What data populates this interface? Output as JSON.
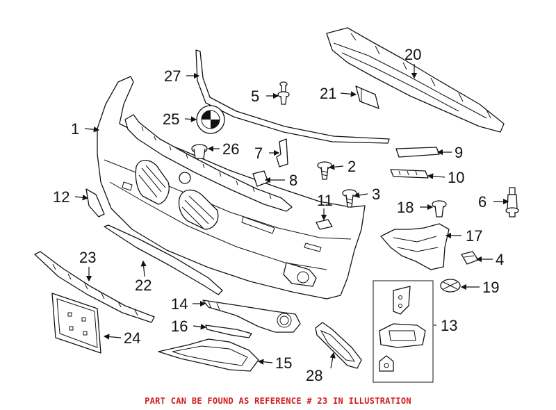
{
  "diagram": {
    "callouts": [
      {
        "id": "1",
        "label": "1"
      },
      {
        "id": "2",
        "label": "2"
      },
      {
        "id": "3",
        "label": "3"
      },
      {
        "id": "4",
        "label": "4"
      },
      {
        "id": "5",
        "label": "5"
      },
      {
        "id": "6",
        "label": "6"
      },
      {
        "id": "7",
        "label": "7"
      },
      {
        "id": "8",
        "label": "8"
      },
      {
        "id": "9",
        "label": "9"
      },
      {
        "id": "10",
        "label": "10"
      },
      {
        "id": "11",
        "label": "11"
      },
      {
        "id": "12",
        "label": "12"
      },
      {
        "id": "13",
        "label": "13"
      },
      {
        "id": "14",
        "label": "14"
      },
      {
        "id": "15",
        "label": "15"
      },
      {
        "id": "16",
        "label": "16"
      },
      {
        "id": "17",
        "label": "17"
      },
      {
        "id": "18",
        "label": "18"
      },
      {
        "id": "19",
        "label": "19"
      },
      {
        "id": "20",
        "label": "20"
      },
      {
        "id": "21",
        "label": "21"
      },
      {
        "id": "22",
        "label": "22"
      },
      {
        "id": "23",
        "label": "23"
      },
      {
        "id": "24",
        "label": "24"
      },
      {
        "id": "25",
        "label": "25"
      },
      {
        "id": "26",
        "label": "26"
      },
      {
        "id": "27",
        "label": "27"
      },
      {
        "id": "28",
        "label": "28"
      }
    ]
  },
  "footer": {
    "note": "PART CAN BE FOUND AS REFERENCE # 23 IN ILLUSTRATION"
  },
  "colors": {
    "note_red": "#d21a1a",
    "line": "#111111",
    "background": "#ffffff"
  }
}
